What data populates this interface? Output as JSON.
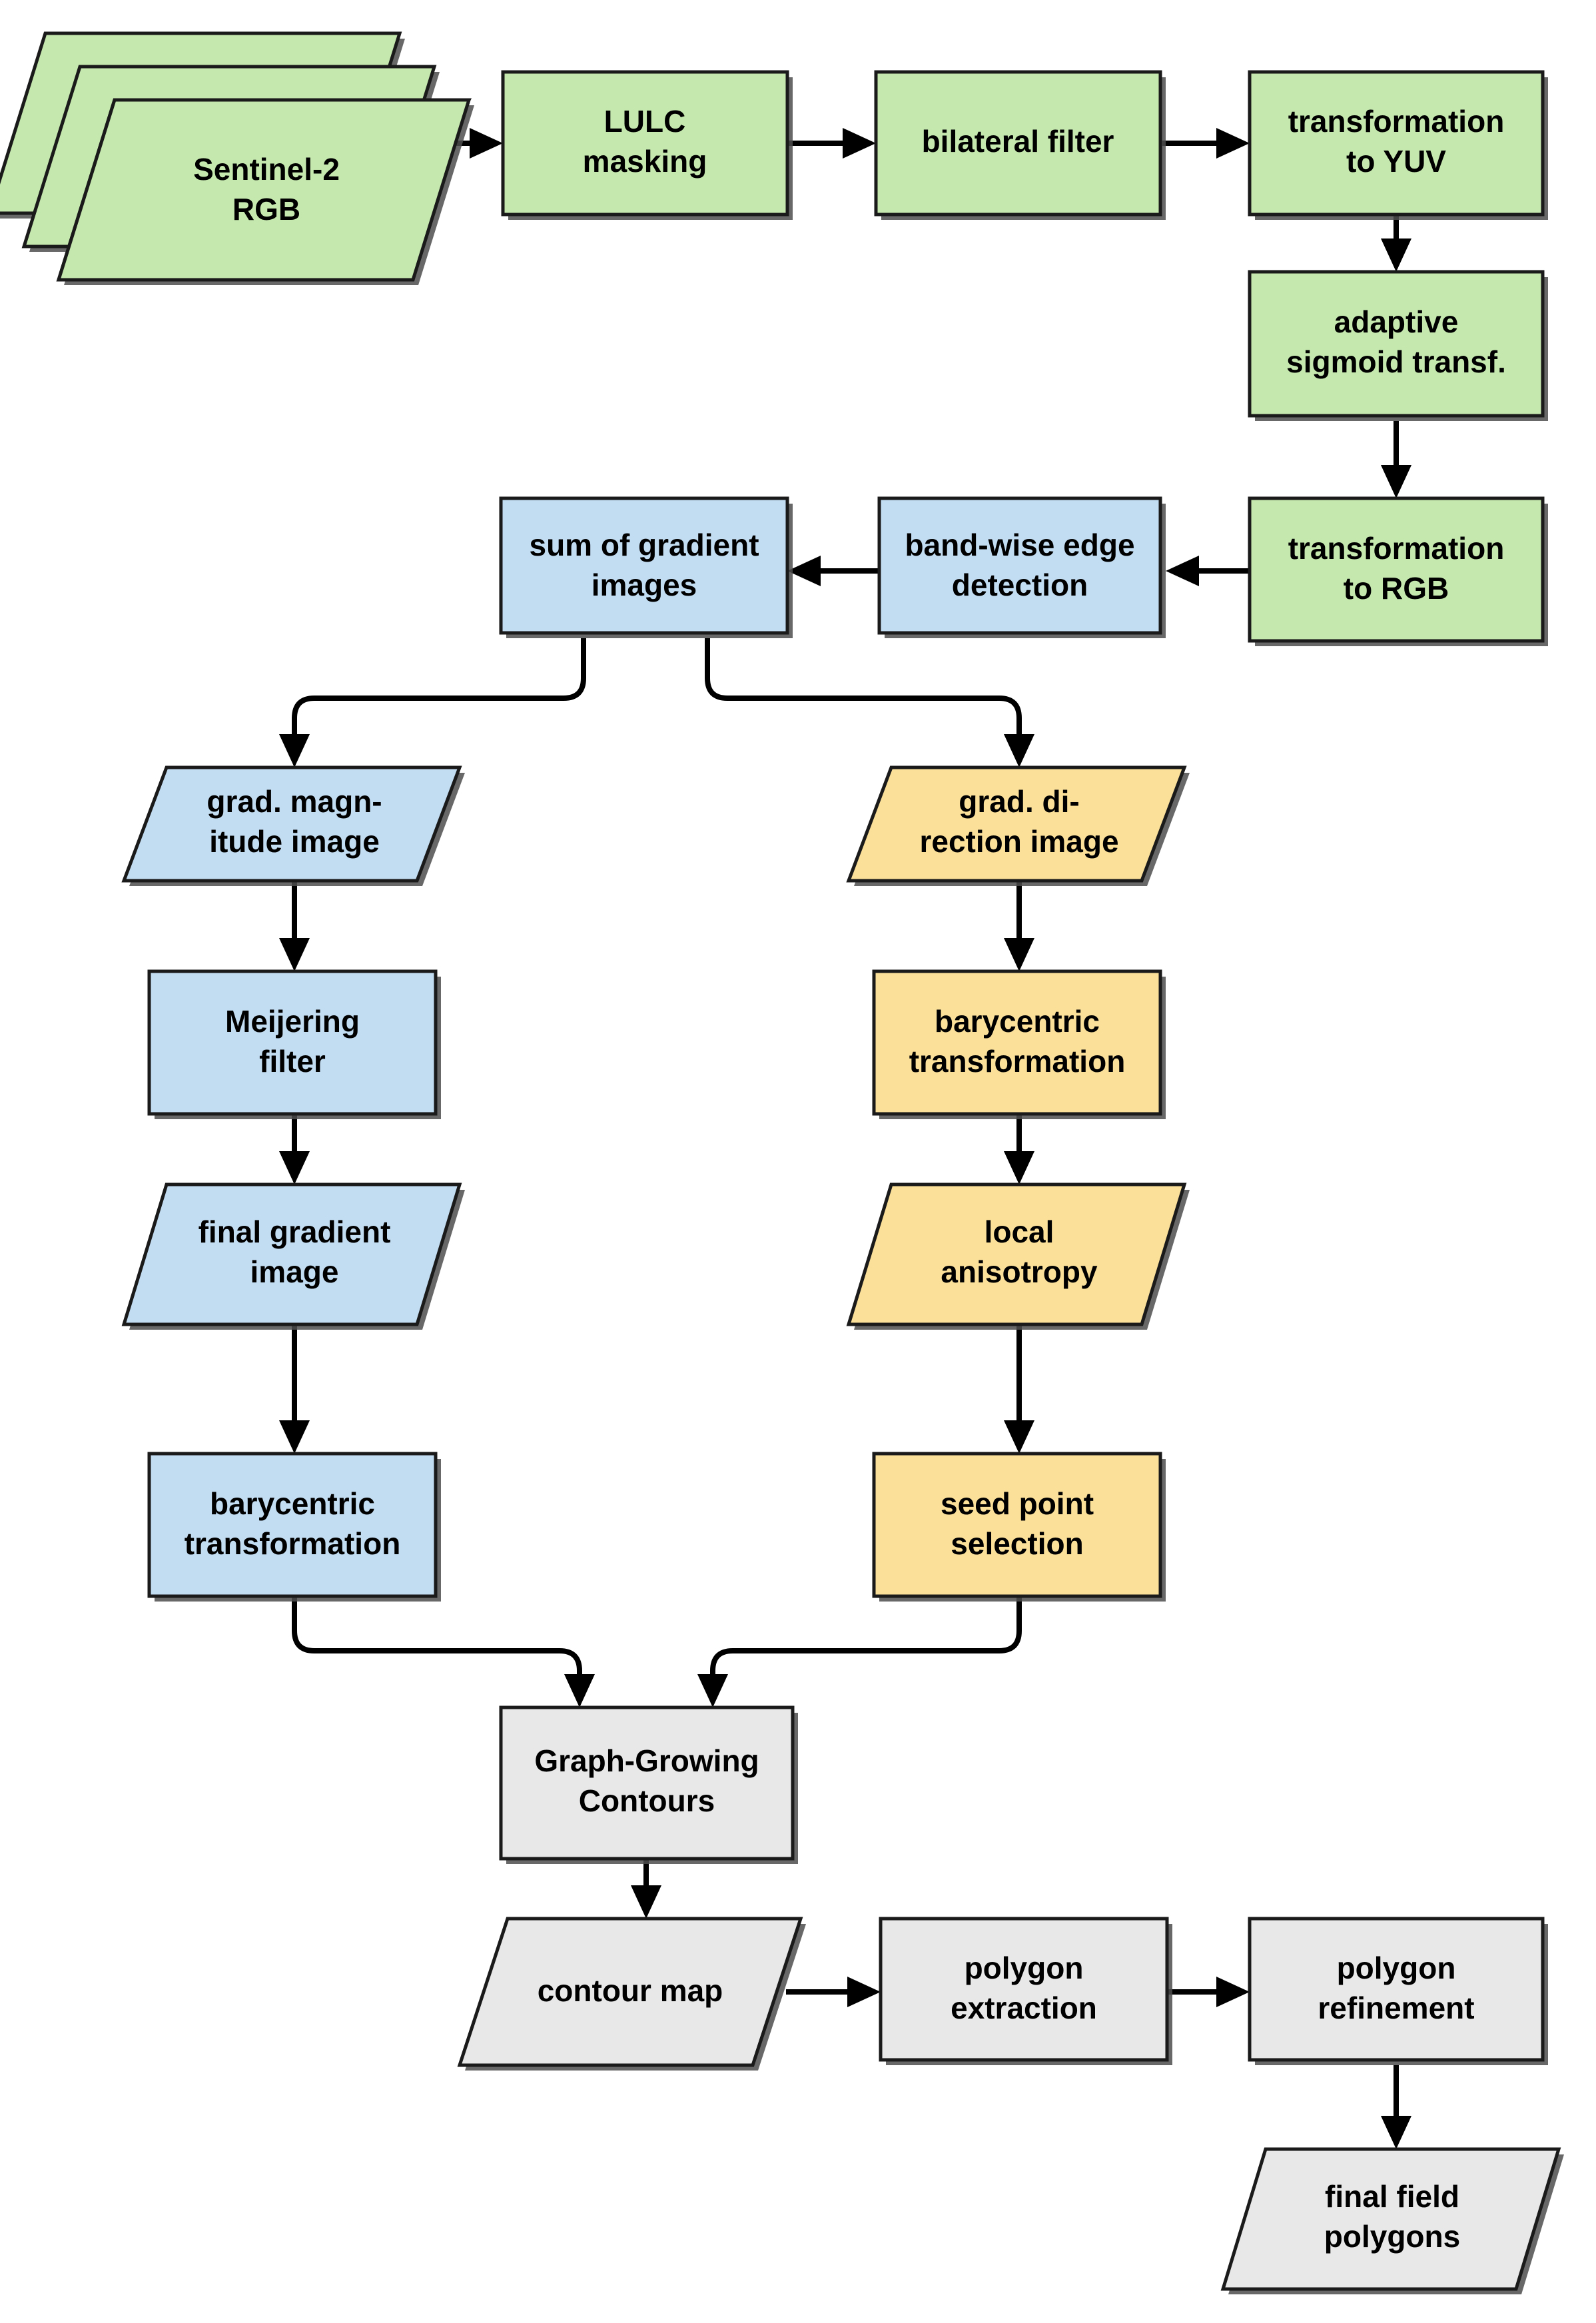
{
  "diagram": {
    "title": "Field delineation processing pipeline flowchart",
    "colors": {
      "green_fill": "#c5e8ae",
      "blue_fill": "#c2dcf2",
      "orange_fill": "#fbe09a",
      "gray_fill": "#e8e8e8",
      "stroke": "#1a1a1a",
      "shadow": "#4d4d4d",
      "arrow": "#000000",
      "background": "#ffffff"
    },
    "nodes": [
      {
        "id": "sentinel2",
        "label_lines": [
          "Sentinel-2",
          "RGB"
        ],
        "shape": "stacked-parallelogram",
        "group": "preprocessing",
        "fill": "#c5e8ae"
      },
      {
        "id": "lulc",
        "label_lines": [
          "LULC",
          "masking"
        ],
        "shape": "rect",
        "group": "preprocessing",
        "fill": "#c5e8ae"
      },
      {
        "id": "bilateral",
        "label_lines": [
          "bilateral filter"
        ],
        "shape": "rect",
        "group": "preprocessing",
        "fill": "#c5e8ae"
      },
      {
        "id": "to-yuv",
        "label_lines": [
          "transformation",
          "to YUV"
        ],
        "shape": "rect",
        "group": "preprocessing",
        "fill": "#c5e8ae"
      },
      {
        "id": "sigmoid",
        "label_lines": [
          "adaptive",
          "sigmoid transf."
        ],
        "shape": "rect",
        "group": "preprocessing",
        "fill": "#c5e8ae"
      },
      {
        "id": "to-rgb",
        "label_lines": [
          "transformation",
          "to RGB"
        ],
        "shape": "rect",
        "group": "preprocessing",
        "fill": "#c5e8ae"
      },
      {
        "id": "edge-detection",
        "label_lines": [
          "band-wise edge",
          "detection"
        ],
        "shape": "rect",
        "group": "gradient",
        "fill": "#c2dcf2"
      },
      {
        "id": "sum-gradient",
        "label_lines": [
          "sum of gradient",
          "images"
        ],
        "shape": "rect",
        "group": "gradient",
        "fill": "#c2dcf2"
      },
      {
        "id": "grad-magnitude",
        "label_lines": [
          "grad. magn-",
          "itude image"
        ],
        "shape": "parallelogram",
        "group": "gradient",
        "fill": "#c2dcf2"
      },
      {
        "id": "meijering",
        "label_lines": [
          "Meijering",
          "filter"
        ],
        "shape": "rect",
        "group": "gradient",
        "fill": "#c2dcf2"
      },
      {
        "id": "final-gradient",
        "label_lines": [
          "final gradient",
          "image"
        ],
        "shape": "parallelogram",
        "group": "gradient",
        "fill": "#c2dcf2"
      },
      {
        "id": "barycentric-left",
        "label_lines": [
          "barycentric",
          "transformation"
        ],
        "shape": "rect",
        "group": "gradient",
        "fill": "#c2dcf2"
      },
      {
        "id": "grad-direction",
        "label_lines": [
          "grad. di-",
          "rection image"
        ],
        "shape": "parallelogram",
        "group": "direction",
        "fill": "#fbe09a"
      },
      {
        "id": "barycentric-right",
        "label_lines": [
          "barycentric",
          "transformation"
        ],
        "shape": "rect",
        "group": "direction",
        "fill": "#fbe09a"
      },
      {
        "id": "local-anisotropy",
        "label_lines": [
          "local",
          "anisotropy"
        ],
        "shape": "parallelogram",
        "group": "direction",
        "fill": "#fbe09a"
      },
      {
        "id": "seed-point",
        "label_lines": [
          "seed point",
          "selection"
        ],
        "shape": "rect",
        "group": "direction",
        "fill": "#fbe09a"
      },
      {
        "id": "graph-growing",
        "label_lines": [
          "Graph-Growing",
          "Contours"
        ],
        "shape": "rect",
        "group": "vectorization",
        "fill": "#e8e8e8"
      },
      {
        "id": "contour-map",
        "label_lines": [
          "contour map"
        ],
        "shape": "parallelogram",
        "group": "vectorization",
        "fill": "#e8e8e8"
      },
      {
        "id": "polygon-extraction",
        "label_lines": [
          "polygon",
          "extraction"
        ],
        "shape": "rect",
        "group": "vectorization",
        "fill": "#e8e8e8"
      },
      {
        "id": "polygon-refinement",
        "label_lines": [
          "polygon",
          "refinement"
        ],
        "shape": "rect",
        "group": "vectorization",
        "fill": "#e8e8e8"
      },
      {
        "id": "final-polygons",
        "label_lines": [
          "final field",
          "polygons"
        ],
        "shape": "parallelogram",
        "group": "vectorization",
        "fill": "#e8e8e8"
      }
    ],
    "edges": [
      {
        "from": "sentinel2",
        "to": "lulc",
        "direction": "right"
      },
      {
        "from": "lulc",
        "to": "bilateral",
        "direction": "right"
      },
      {
        "from": "bilateral",
        "to": "to-yuv",
        "direction": "right"
      },
      {
        "from": "to-yuv",
        "to": "sigmoid",
        "direction": "down"
      },
      {
        "from": "sigmoid",
        "to": "to-rgb",
        "direction": "down"
      },
      {
        "from": "to-rgb",
        "to": "edge-detection",
        "direction": "left"
      },
      {
        "from": "edge-detection",
        "to": "sum-gradient",
        "direction": "left"
      },
      {
        "from": "sum-gradient",
        "to": "grad-magnitude",
        "direction": "down-left-branch"
      },
      {
        "from": "sum-gradient",
        "to": "grad-direction",
        "direction": "down-right-branch"
      },
      {
        "from": "grad-magnitude",
        "to": "meijering",
        "direction": "down"
      },
      {
        "from": "meijering",
        "to": "final-gradient",
        "direction": "down"
      },
      {
        "from": "final-gradient",
        "to": "barycentric-left",
        "direction": "down"
      },
      {
        "from": "grad-direction",
        "to": "barycentric-right",
        "direction": "down"
      },
      {
        "from": "barycentric-right",
        "to": "local-anisotropy",
        "direction": "down"
      },
      {
        "from": "local-anisotropy",
        "to": "seed-point",
        "direction": "down"
      },
      {
        "from": "barycentric-left",
        "to": "graph-growing",
        "direction": "down-merge-right"
      },
      {
        "from": "seed-point",
        "to": "graph-growing",
        "direction": "down-merge-left"
      },
      {
        "from": "graph-growing",
        "to": "contour-map",
        "direction": "down"
      },
      {
        "from": "contour-map",
        "to": "polygon-extraction",
        "direction": "right"
      },
      {
        "from": "polygon-extraction",
        "to": "polygon-refinement",
        "direction": "right"
      },
      {
        "from": "polygon-refinement",
        "to": "final-polygons",
        "direction": "down"
      }
    ]
  }
}
